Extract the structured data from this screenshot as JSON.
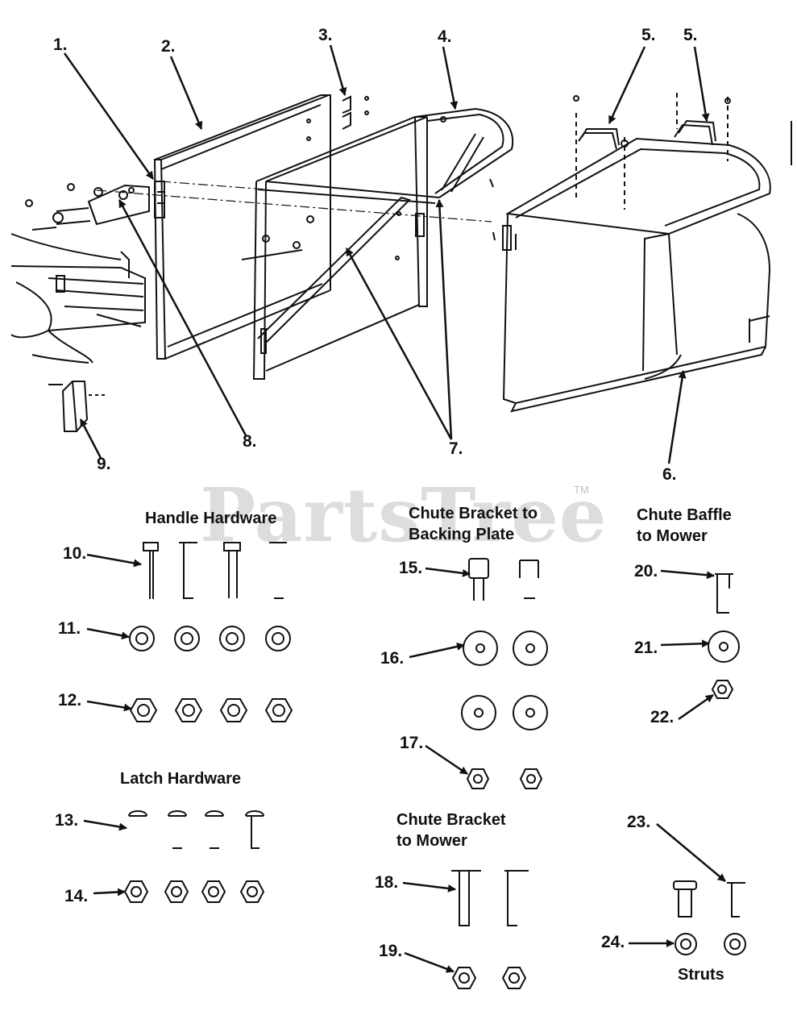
{
  "watermark": {
    "text": "PartsTree",
    "trademark": "TM"
  },
  "callouts": [
    "1.",
    "2.",
    "3.",
    "4.",
    "5.",
    "5.",
    "6.",
    "7.",
    "8.",
    "9.",
    "10.",
    "11.",
    "12.",
    "13.",
    "14.",
    "15.",
    "16.",
    "17.",
    "18.",
    "19.",
    "20.",
    "21.",
    "22.",
    "23.",
    "24."
  ],
  "groups": {
    "handle_hardware": "Handle Hardware",
    "chute_bracket_backing_line1": "Chute Bracket to",
    "chute_bracket_backing_line2": "Backing Plate",
    "chute_baffle_line1": "Chute Baffle",
    "chute_baffle_line2": "to Mower",
    "latch_hardware": "Latch Hardware",
    "chute_bracket_mower_line1": "Chute Bracket",
    "chute_bracket_mower_line2": "to Mower",
    "struts": "Struts"
  }
}
